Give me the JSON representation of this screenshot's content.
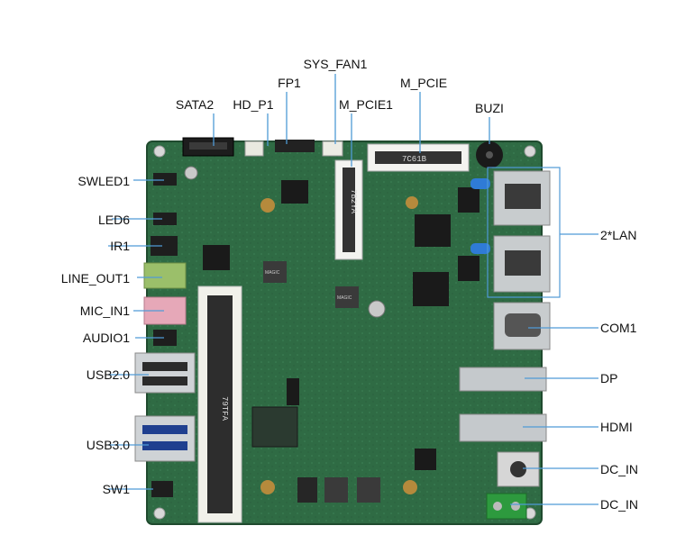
{
  "left_labels": [
    "SWLED1",
    "LED6",
    "IR1",
    "LINE_OUT1",
    "MIC_IN1",
    "AUDIO1",
    "USB2.0",
    "USB3.0",
    "SW1"
  ],
  "top_labels": [
    "SATA2",
    "HD_P1",
    "FP1",
    "SYS_FAN1",
    "M_PCIE1",
    "M_PCIE",
    "BUZI"
  ],
  "right_labels": [
    "2*LAN",
    "COM1",
    "DP",
    "HDMI",
    "DC_IN",
    "DC_IN"
  ],
  "board_text": {
    "slot_main": "79TFA",
    "slot_minipcie": "7B2YA",
    "slot_mpcie": "7C61B",
    "chip_a": "MAGIC",
    "chip_b": "MAGIC"
  },
  "colors": {
    "board": "#2f6b44",
    "label_line": "#4f9ad6",
    "lan_frame": "#4f9ad6"
  }
}
